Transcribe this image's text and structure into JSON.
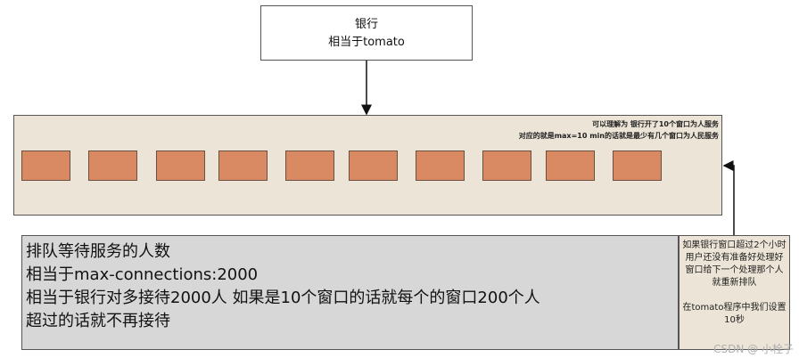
{
  "bank_box": {
    "line1": "银行",
    "line2": "相当于tomato"
  },
  "window_panel": {
    "note_line1": "可以理解为 银行开了10个窗口为人服务",
    "note_line2": "对应的就是max=10 min的话就是最少有几个窗口为人民服务",
    "window_count": 10
  },
  "queue_panel": {
    "lines": [
      "排队等待服务的人数",
      "相当于max-connections:2000",
      "相当于银行对多接待2000人 如果是10个窗口的话就每个的窗口200个人",
      "超过的话就不再接待"
    ]
  },
  "timeout_panel": {
    "lines": [
      "如果银行窗口超过2个小时用户还没有准备好处理好",
      "窗口给下一个处理那个人就重新排队",
      "",
      "在tomato程序中我们设置10秒"
    ]
  },
  "watermark": "CSDN @ 小栓子",
  "colors": {
    "window": "#d98a62",
    "panel": "#ece4d6",
    "queue": "#d7d7d7"
  }
}
